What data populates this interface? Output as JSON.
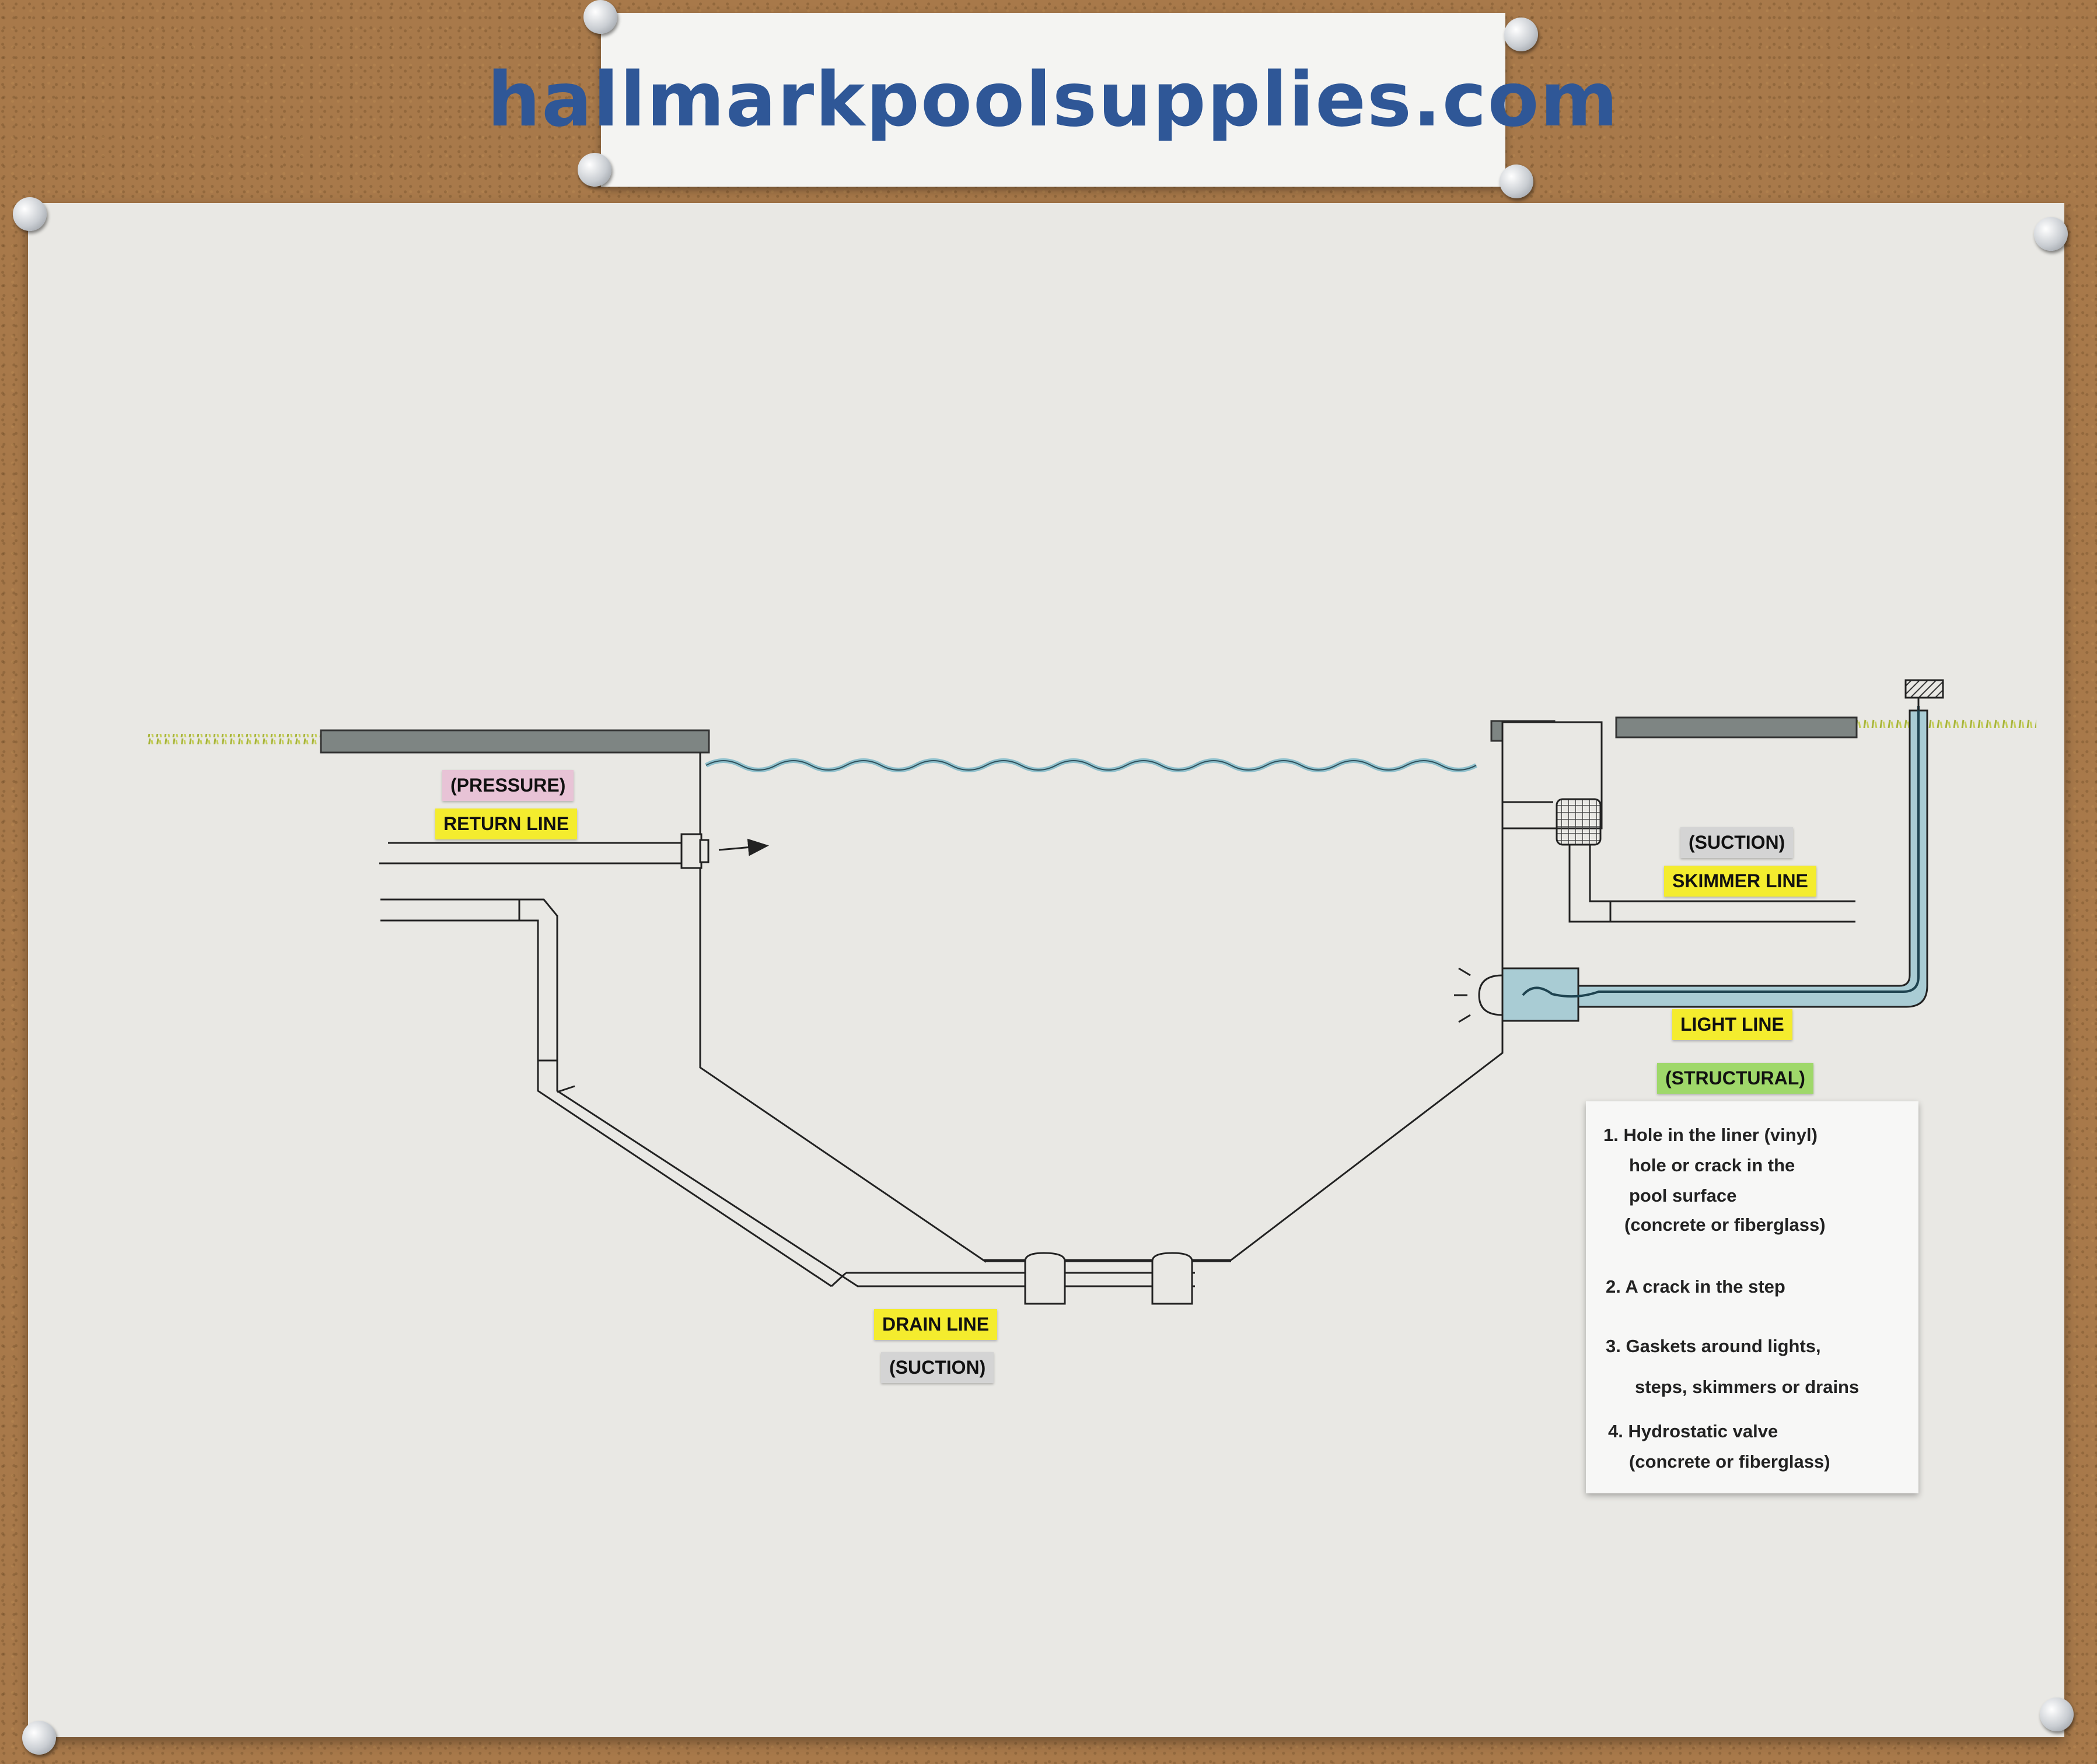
{
  "banner": {
    "text": "hallmarkpoolsupplies.com"
  },
  "labels": {
    "pressure": "(PRESSURE)",
    "return_line": "RETURN LINE",
    "suction_skimmer": "(SUCTION)",
    "skimmer_line": "SKIMMER LINE",
    "light_line": "LIGHT LINE",
    "structural": "(STRUCTURAL)",
    "drain_line": "DRAIN LINE",
    "suction_drain": "(SUCTION)"
  },
  "notes": {
    "item1_line1": "1. Hole in the liner (vinyl)",
    "item1_line2": "hole or crack in the",
    "item1_line3": "pool surface",
    "item1_line4": "(concrete or fiberglass)",
    "item2": "2. A crack in the step",
    "item3_line1": "3. Gaskets around lights,",
    "item3_line2": "steps, skimmers or drains",
    "item4_line1": "4. Hydrostatic valve",
    "item4_line2": "(concrete or fiberglass)"
  },
  "colors": {
    "banner_text": "#2f5797",
    "water": "#8fc0cc",
    "grass": "#b8c24a",
    "deck": "#7e8583",
    "label_yellow": "#f4ec2e",
    "label_pink": "#e8c3d6",
    "label_gray": "#d4d4d4",
    "label_green": "#9fd86a"
  }
}
